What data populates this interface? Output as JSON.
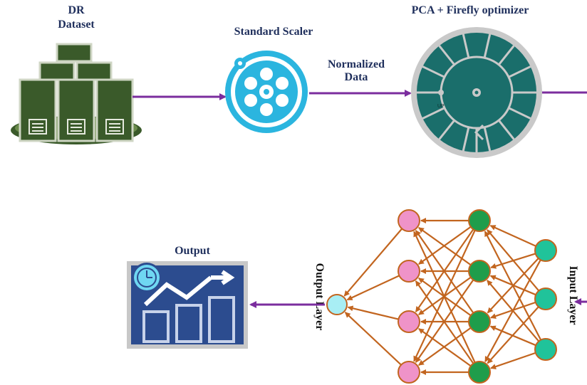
{
  "nodes": {
    "dataset": {
      "line1": "DR",
      "line2": "Dataset",
      "icon": "server-stack-icon"
    },
    "scaler": {
      "label": "Standard Scaler",
      "icon": "film-reel-icon"
    },
    "optimizer": {
      "label": "PCA + Firefly optimizer",
      "icon": "circular-dial-icon",
      "dial_text": "UP"
    },
    "output": {
      "label": "Output",
      "icon": "chart-monitor-icon"
    }
  },
  "edges": {
    "scaler_to_optimizer": "Normalized\nData"
  },
  "network": {
    "output_layer_label": "Output Layer",
    "input_layer_label": "Input Layer",
    "layer_sizes": [
      3,
      4,
      4,
      1
    ]
  },
  "colors": {
    "arrow": "#7b2d9e",
    "label": "#1f2f5c",
    "server": "#3a5a2a",
    "reel": "#2bb5df",
    "dial": "#1a6e6b",
    "net_edge": "#c2651f",
    "input_node": "#20c39a",
    "hidden2_node": "#1f9d4b",
    "hidden1_node": "#ef93c8",
    "output_node": "#a8eef4",
    "monitor": "#2c4c8f"
  }
}
